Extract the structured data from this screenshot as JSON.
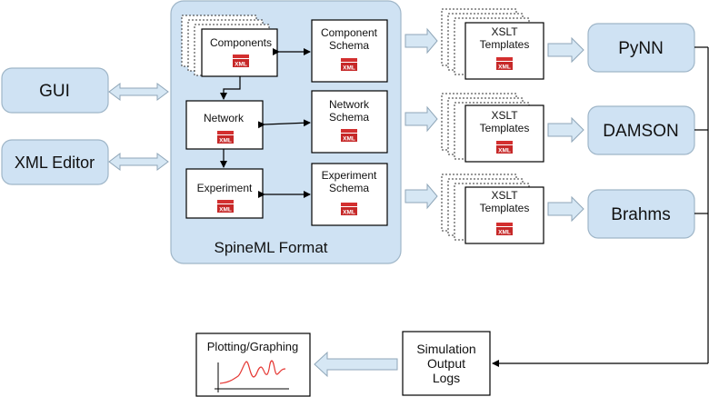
{
  "inputs": {
    "gui": "GUI",
    "xml_editor": "XML Editor"
  },
  "spineml": {
    "title": "SpineML Format",
    "components": "Components",
    "component_schema": [
      "Component",
      "Schema"
    ],
    "network": "Network",
    "network_schema": [
      "Network",
      "Schema"
    ],
    "experiment": "Experiment",
    "experiment_schema": [
      "Experiment",
      "Schema"
    ]
  },
  "xml_badge": "XML",
  "xslt": [
    "XSLT",
    "Templates"
  ],
  "simulators": {
    "pynn": "PyNN",
    "damson": "DAMSON",
    "brahms": "Brahms"
  },
  "output": {
    "logs": [
      "Simulation",
      "Output",
      "Logs"
    ],
    "plotting": "Plotting/Graphing"
  },
  "colors": {
    "panel_fill": "#cfe2f3",
    "panel_stroke": "#9fb6c8",
    "xml_badge": "#c62828",
    "graph_line": "#e53935"
  }
}
